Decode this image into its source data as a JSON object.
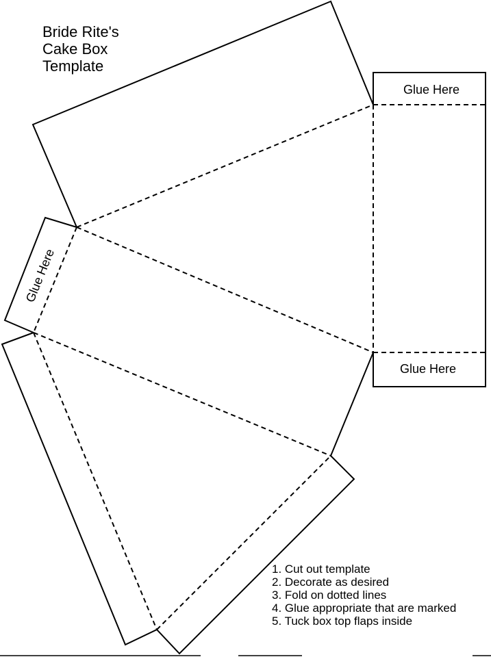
{
  "title": {
    "line1": "Bride Rite's",
    "line2": "Cake Box",
    "line3": "Template"
  },
  "labels": {
    "glue_top": "Glue Here",
    "glue_bottom": "Glue Here",
    "glue_left": "Glue Here"
  },
  "instructions": [
    "1. Cut out template",
    "2. Decorate as desired",
    "3. Fold on dotted lines",
    "4. Glue appropriate that are marked",
    "5. Tuck box top flaps inside"
  ]
}
